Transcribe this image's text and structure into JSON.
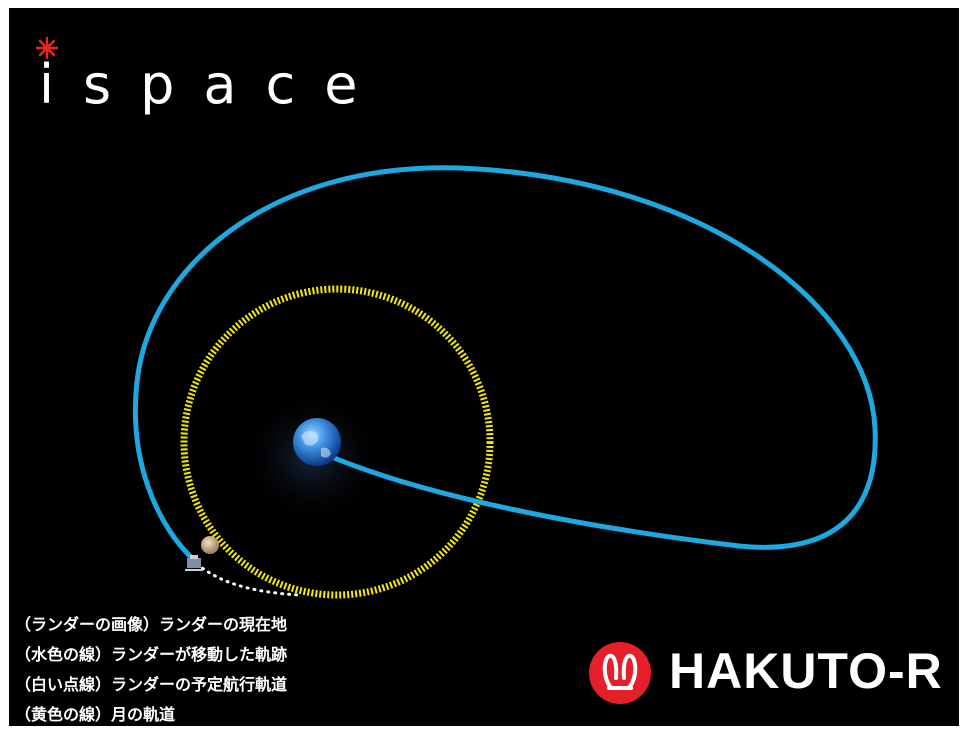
{
  "logo": {
    "text": "ispace",
    "icon": "starburst-logo-mark",
    "color": "#e8261f"
  },
  "legend": [
    "（ランダーの画像）ランダーの現在地",
    "（水色の線）ランダーが移動した軌跡",
    "（白い点線）ランダーの予定航行軌道",
    "（黄色の線）月の軌道"
  ],
  "brand": {
    "text": "HAKUTO-R",
    "icon": "rabbit-ears-icon",
    "badge_color": "#e5202a"
  },
  "colors": {
    "background": "#000000",
    "lander_trajectory": "#1ea8e0",
    "moon_orbit": "#f2e90a",
    "planned_path": "#ffffff"
  }
}
